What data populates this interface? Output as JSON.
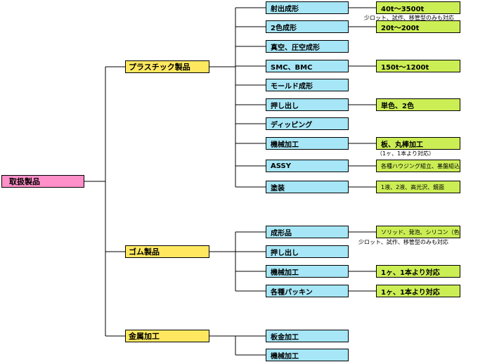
{
  "root": "取扱製品",
  "plastic": {
    "label": "プラスチック製品",
    "items": [
      "射出成形",
      "2色成形",
      "真空、圧空成形",
      "SMC、BMC",
      "モールド成形",
      "押し出し",
      "ディッピング",
      "機械加工",
      "ASSY",
      "塗装"
    ],
    "specs": {
      "injection": "40t〜3500t",
      "injection_note": "少ロット、試作、移管型のみも対応",
      "twocolor": "20t〜200t",
      "smc": "150t〜1200t",
      "extrusion": "単色、2色",
      "machining": "板、丸棒加工",
      "machining_note": "（1ヶ、1本より対応）",
      "assy": "各種ハウジング組立、基盤組込",
      "painting": "1液、2液、高光沢、鏡面"
    }
  },
  "rubber": {
    "label": "ゴム製品",
    "items": [
      "成形品",
      "押し出し",
      "機械加工",
      "各種パッキン"
    ],
    "specs": {
      "molded": "ソリッド、発泡、シリコン（色物）",
      "molded_note": "少ロット、試作、移管型のみも対応",
      "machining": "1ヶ、1本より対応",
      "packing": "1ヶ、1本より対応"
    }
  },
  "metal": {
    "label": "金属加工",
    "items": [
      "板金加工",
      "機械加工"
    ]
  }
}
